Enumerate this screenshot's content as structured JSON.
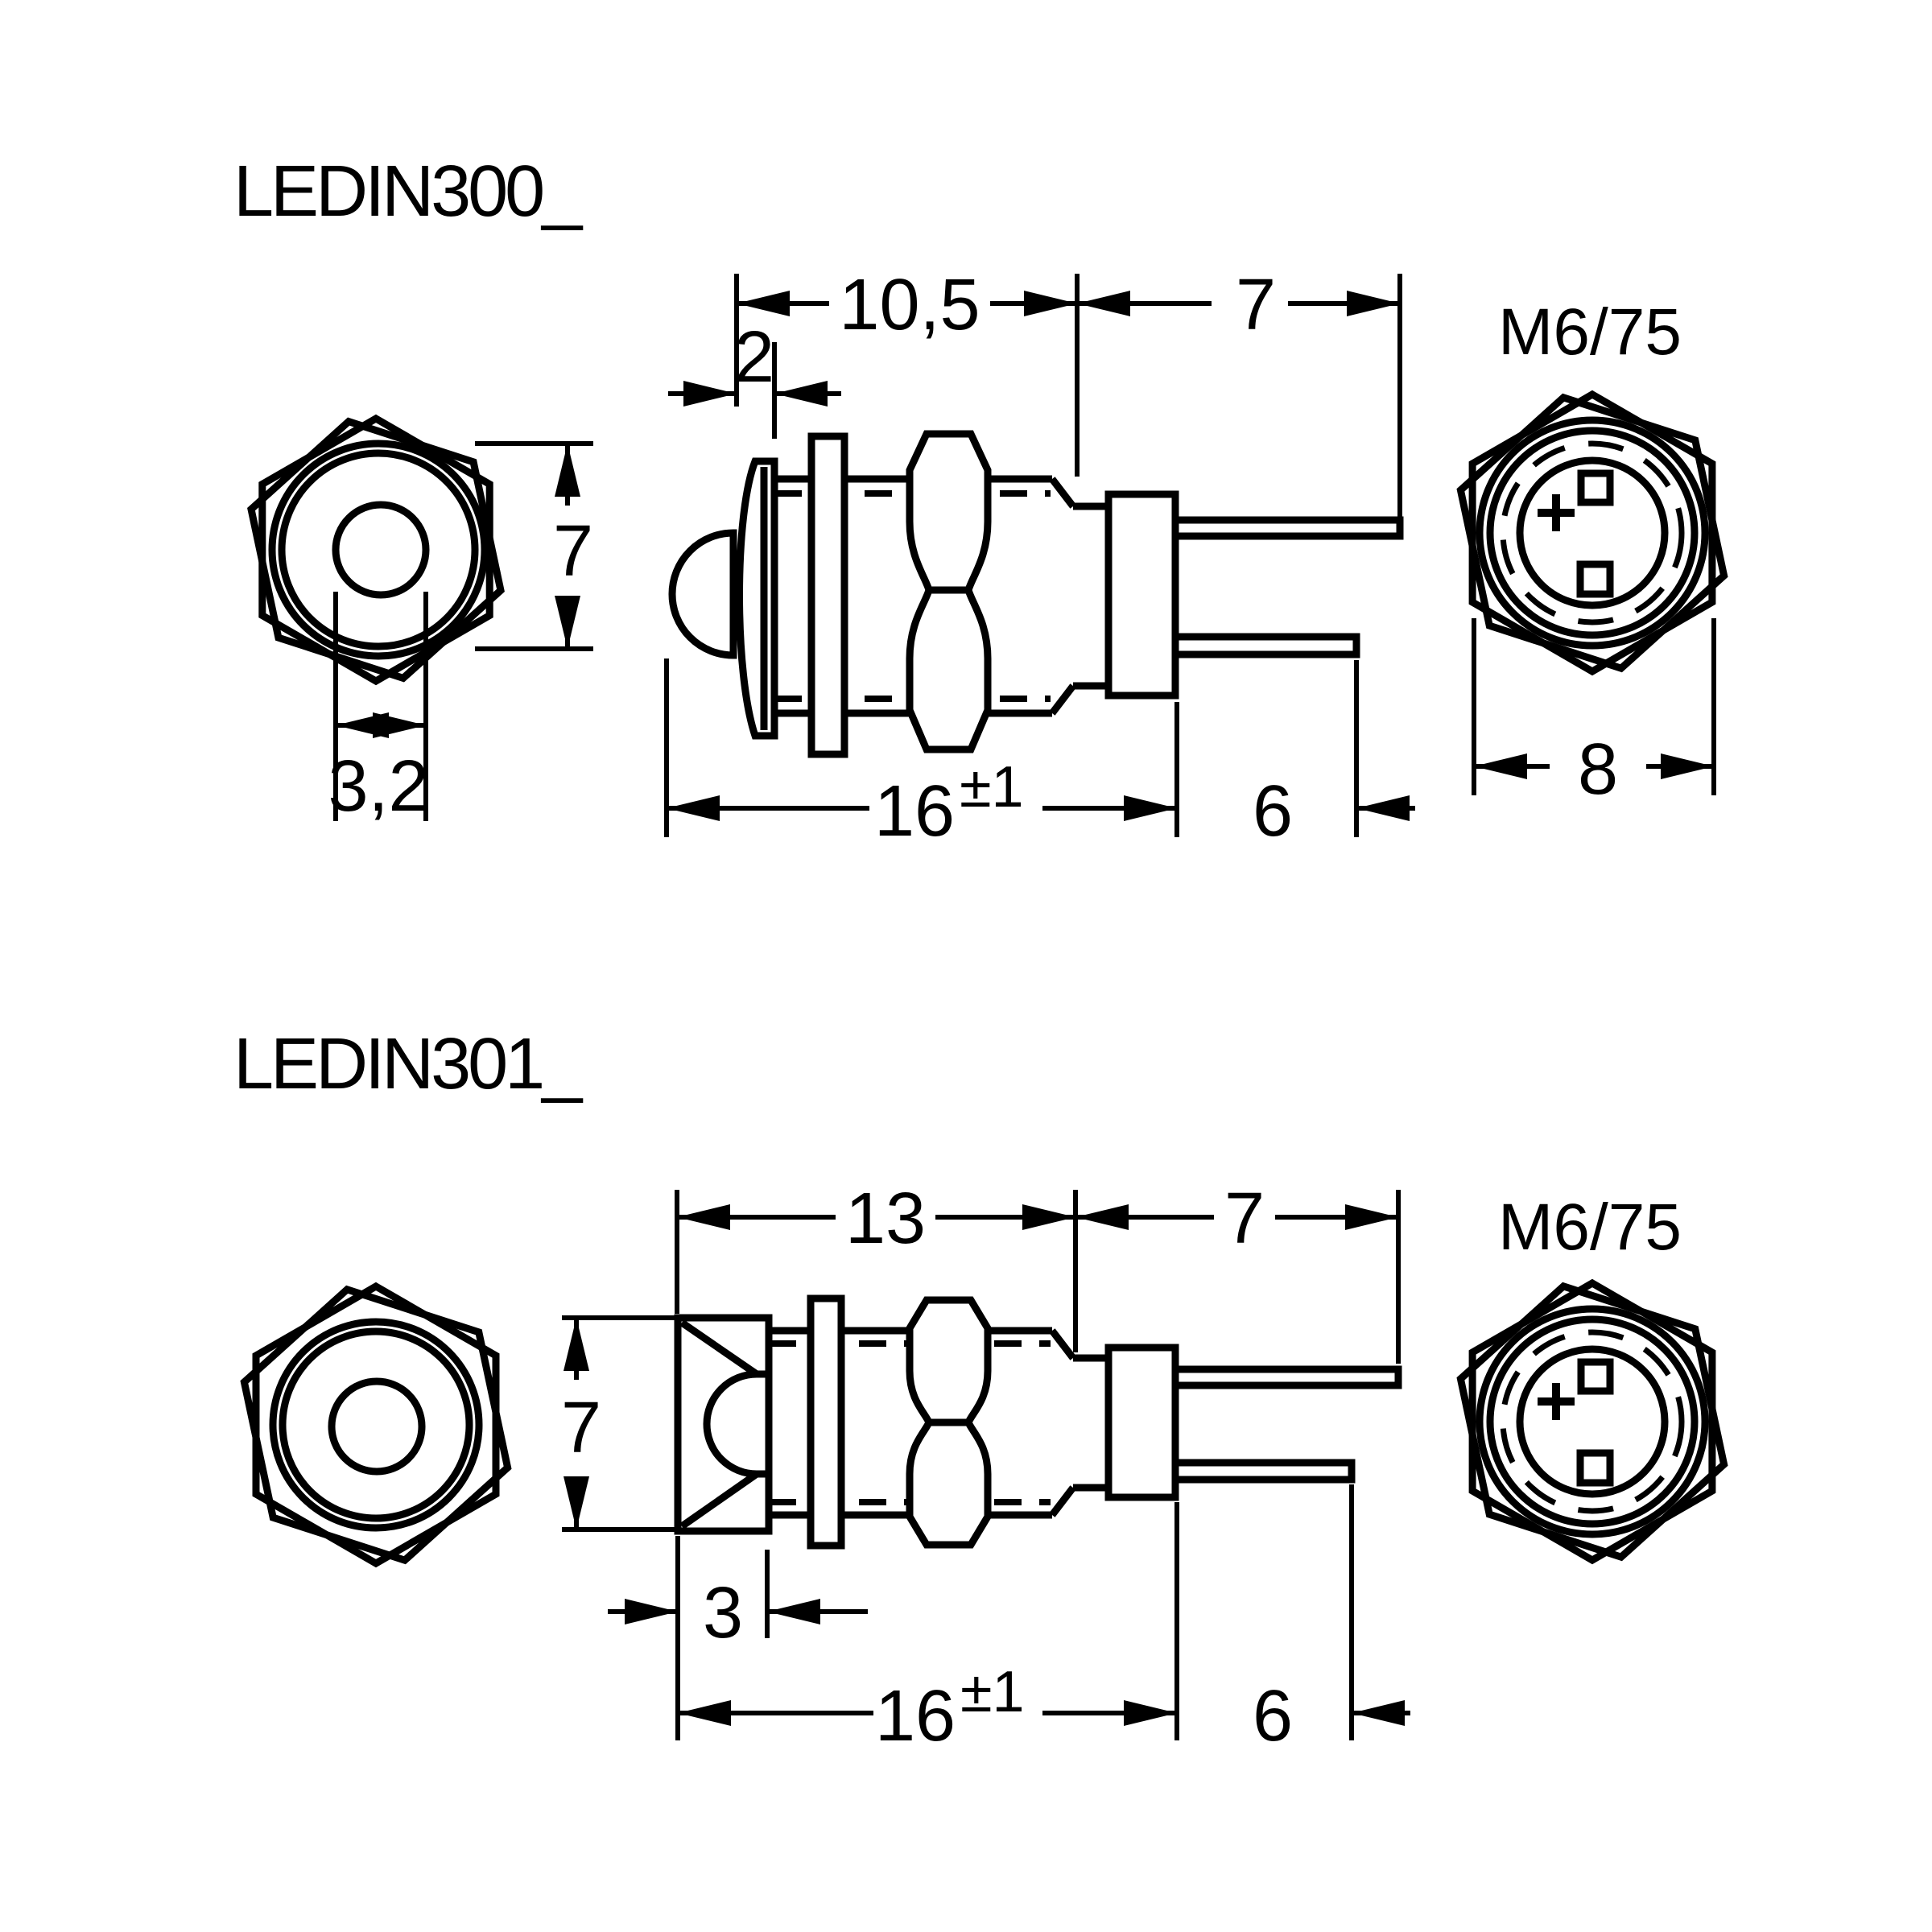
{
  "figures": [
    {
      "part_label": "LEDIN300_",
      "thread_label": "M6/75",
      "polarity": "+",
      "dims": {
        "body_front_length": "10,5",
        "pin_length": "7",
        "flange_thickness": "2",
        "front_diameter": "7",
        "lens_diameter": "3,2",
        "total_length": "16",
        "total_length_tolerance": "±1",
        "pin_rear_clearance": "6",
        "hex_across_flats": "8"
      }
    },
    {
      "part_label": "LEDIN301_",
      "thread_label": "M6/75",
      "polarity": "+",
      "dims": {
        "body_front_length": "13",
        "pin_length": "7",
        "bezel_depth": "3",
        "front_diameter": "7",
        "total_length": "16",
        "total_length_tolerance": "±1",
        "pin_rear_clearance": "6"
      }
    }
  ]
}
